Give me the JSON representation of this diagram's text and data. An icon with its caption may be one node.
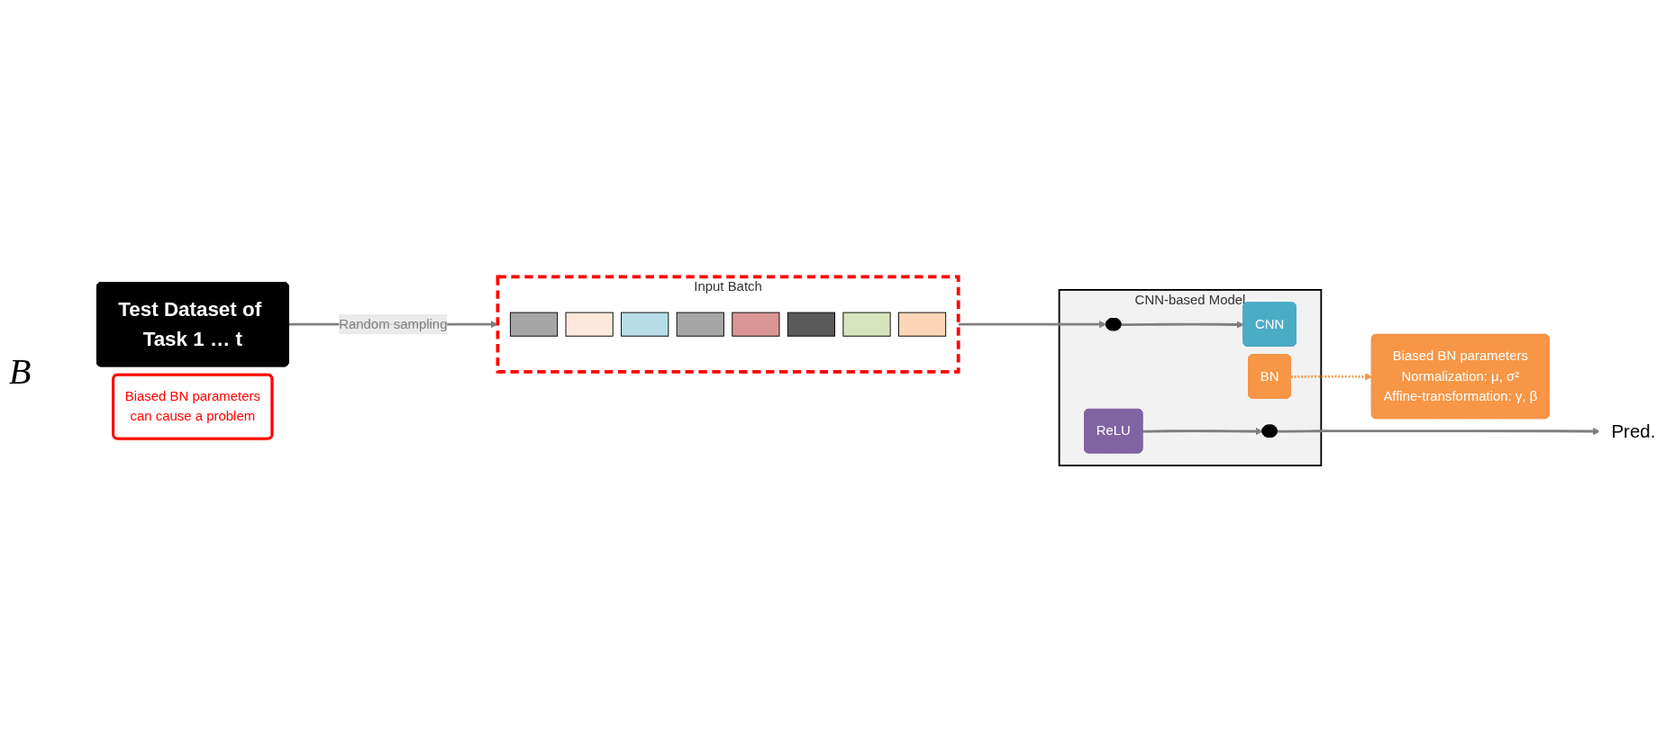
{
  "diagram": {
    "nodes": [
      {
        "text": [
          "Test Dataset of Task 1 … t"
        ]
      },
      {
        "text": [
          "Input Batch"
        ]
      },
      {
        "text": [],
        "shape": "bar",
        "in": 1
      },
      {
        "text": [],
        "shape": "bar",
        "in": 1
      },
      {
        "text": [],
        "shape": "bar",
        "in": 1
      },
      {
        "text": [],
        "shape": "bar",
        "in": 1
      },
      {
        "text": [],
        "shape": "bar",
        "in": 1
      },
      {
        "text": [],
        "shape": "bar",
        "in": 1
      },
      {
        "text": [],
        "shape": "bar",
        "in": 1
      },
      {
        "text": [],
        "shape": "bar",
        "in": 1
      },
      {
        "text": [
          "CNN-based Model"
        ]
      },
      {
        "text": [],
        "shape": "circle",
        "in": 10
      },
      {
        "text": [
          "CNN"
        ],
        "in": 10
      },
      {
        "text": [
          "BN"
        ],
        "in": 10
      },
      {
        "text": [
          "ReLU"
        ],
        "in": 10
      },
      {
        "text": [],
        "shape": "circle",
        "in": 10
      },
      {
        "text": [
          "Pred."
        ]
      },
      {
        "text": [
          "Biased BN parameters",
          "Normalization: μ, σ²",
          "Affine-transformation: γ, β"
        ]
      },
      {
        "text": [
          "Biased BN parameters",
          "can cause a problem"
        ]
      }
    ],
    "edges": [
      {
        "from": 0,
        "to": 1,
        "arrow": "to",
        "label": "Random sampling"
      },
      {
        "from": 1,
        "to": 11,
        "arrow": "to"
      },
      {
        "from": 11,
        "to": 12,
        "arrow": "to"
      },
      {
        "from": 14,
        "to": 15,
        "arrow": "to"
      },
      {
        "from": 15,
        "to": 16,
        "arrow": "to"
      },
      {
        "from": 13,
        "to": 17,
        "arrow": "to",
        "style": "dashed",
        "color": "#f79646"
      }
    ],
    "labels": [
      "B"
    ]
  }
}
